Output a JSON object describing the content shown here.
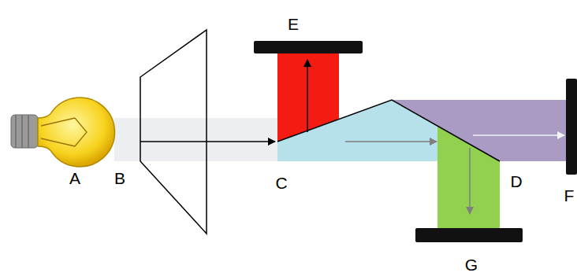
{
  "diagram": {
    "labels": [
      "E",
      "A",
      "B",
      "C",
      "D",
      "F",
      "G"
    ]
  }
}
